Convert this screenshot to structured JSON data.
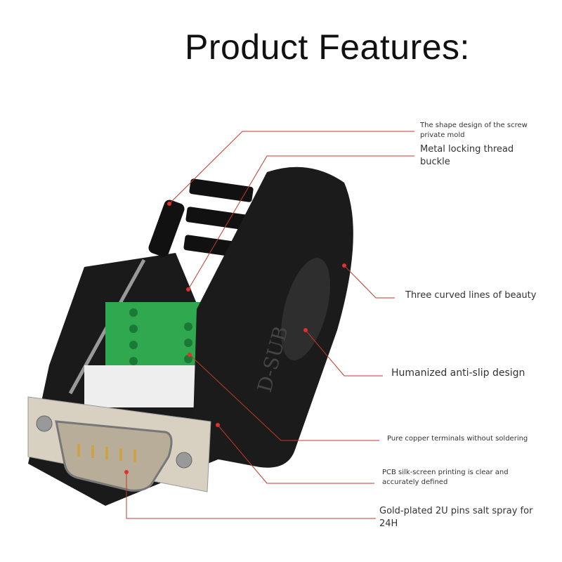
{
  "title": "Product Features:",
  "product_marking": "D-SUB",
  "accent_color": "#c0392b",
  "features": [
    {
      "text": "The shape design of the screw private mold"
    },
    {
      "text": "Metal locking thread buckle"
    },
    {
      "text": "Three curved lines of beauty"
    },
    {
      "text": "Humanized anti-slip design"
    },
    {
      "text": "Pure copper terminals without soldering"
    },
    {
      "text": "PCB silk-screen printing is clear and accurately defined"
    },
    {
      "text": "Gold-plated 2U pins salt spray for 24H"
    }
  ]
}
